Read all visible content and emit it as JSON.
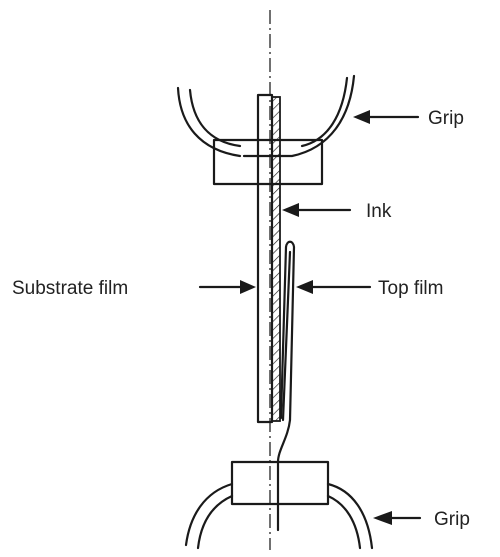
{
  "labels": {
    "grip_top": "Grip",
    "ink": "Ink",
    "substrate_film": "Substrate film",
    "top_film": "Top film",
    "grip_bottom": "Grip"
  },
  "colors": {
    "line": "#1a1a1a",
    "background": "#ffffff"
  }
}
